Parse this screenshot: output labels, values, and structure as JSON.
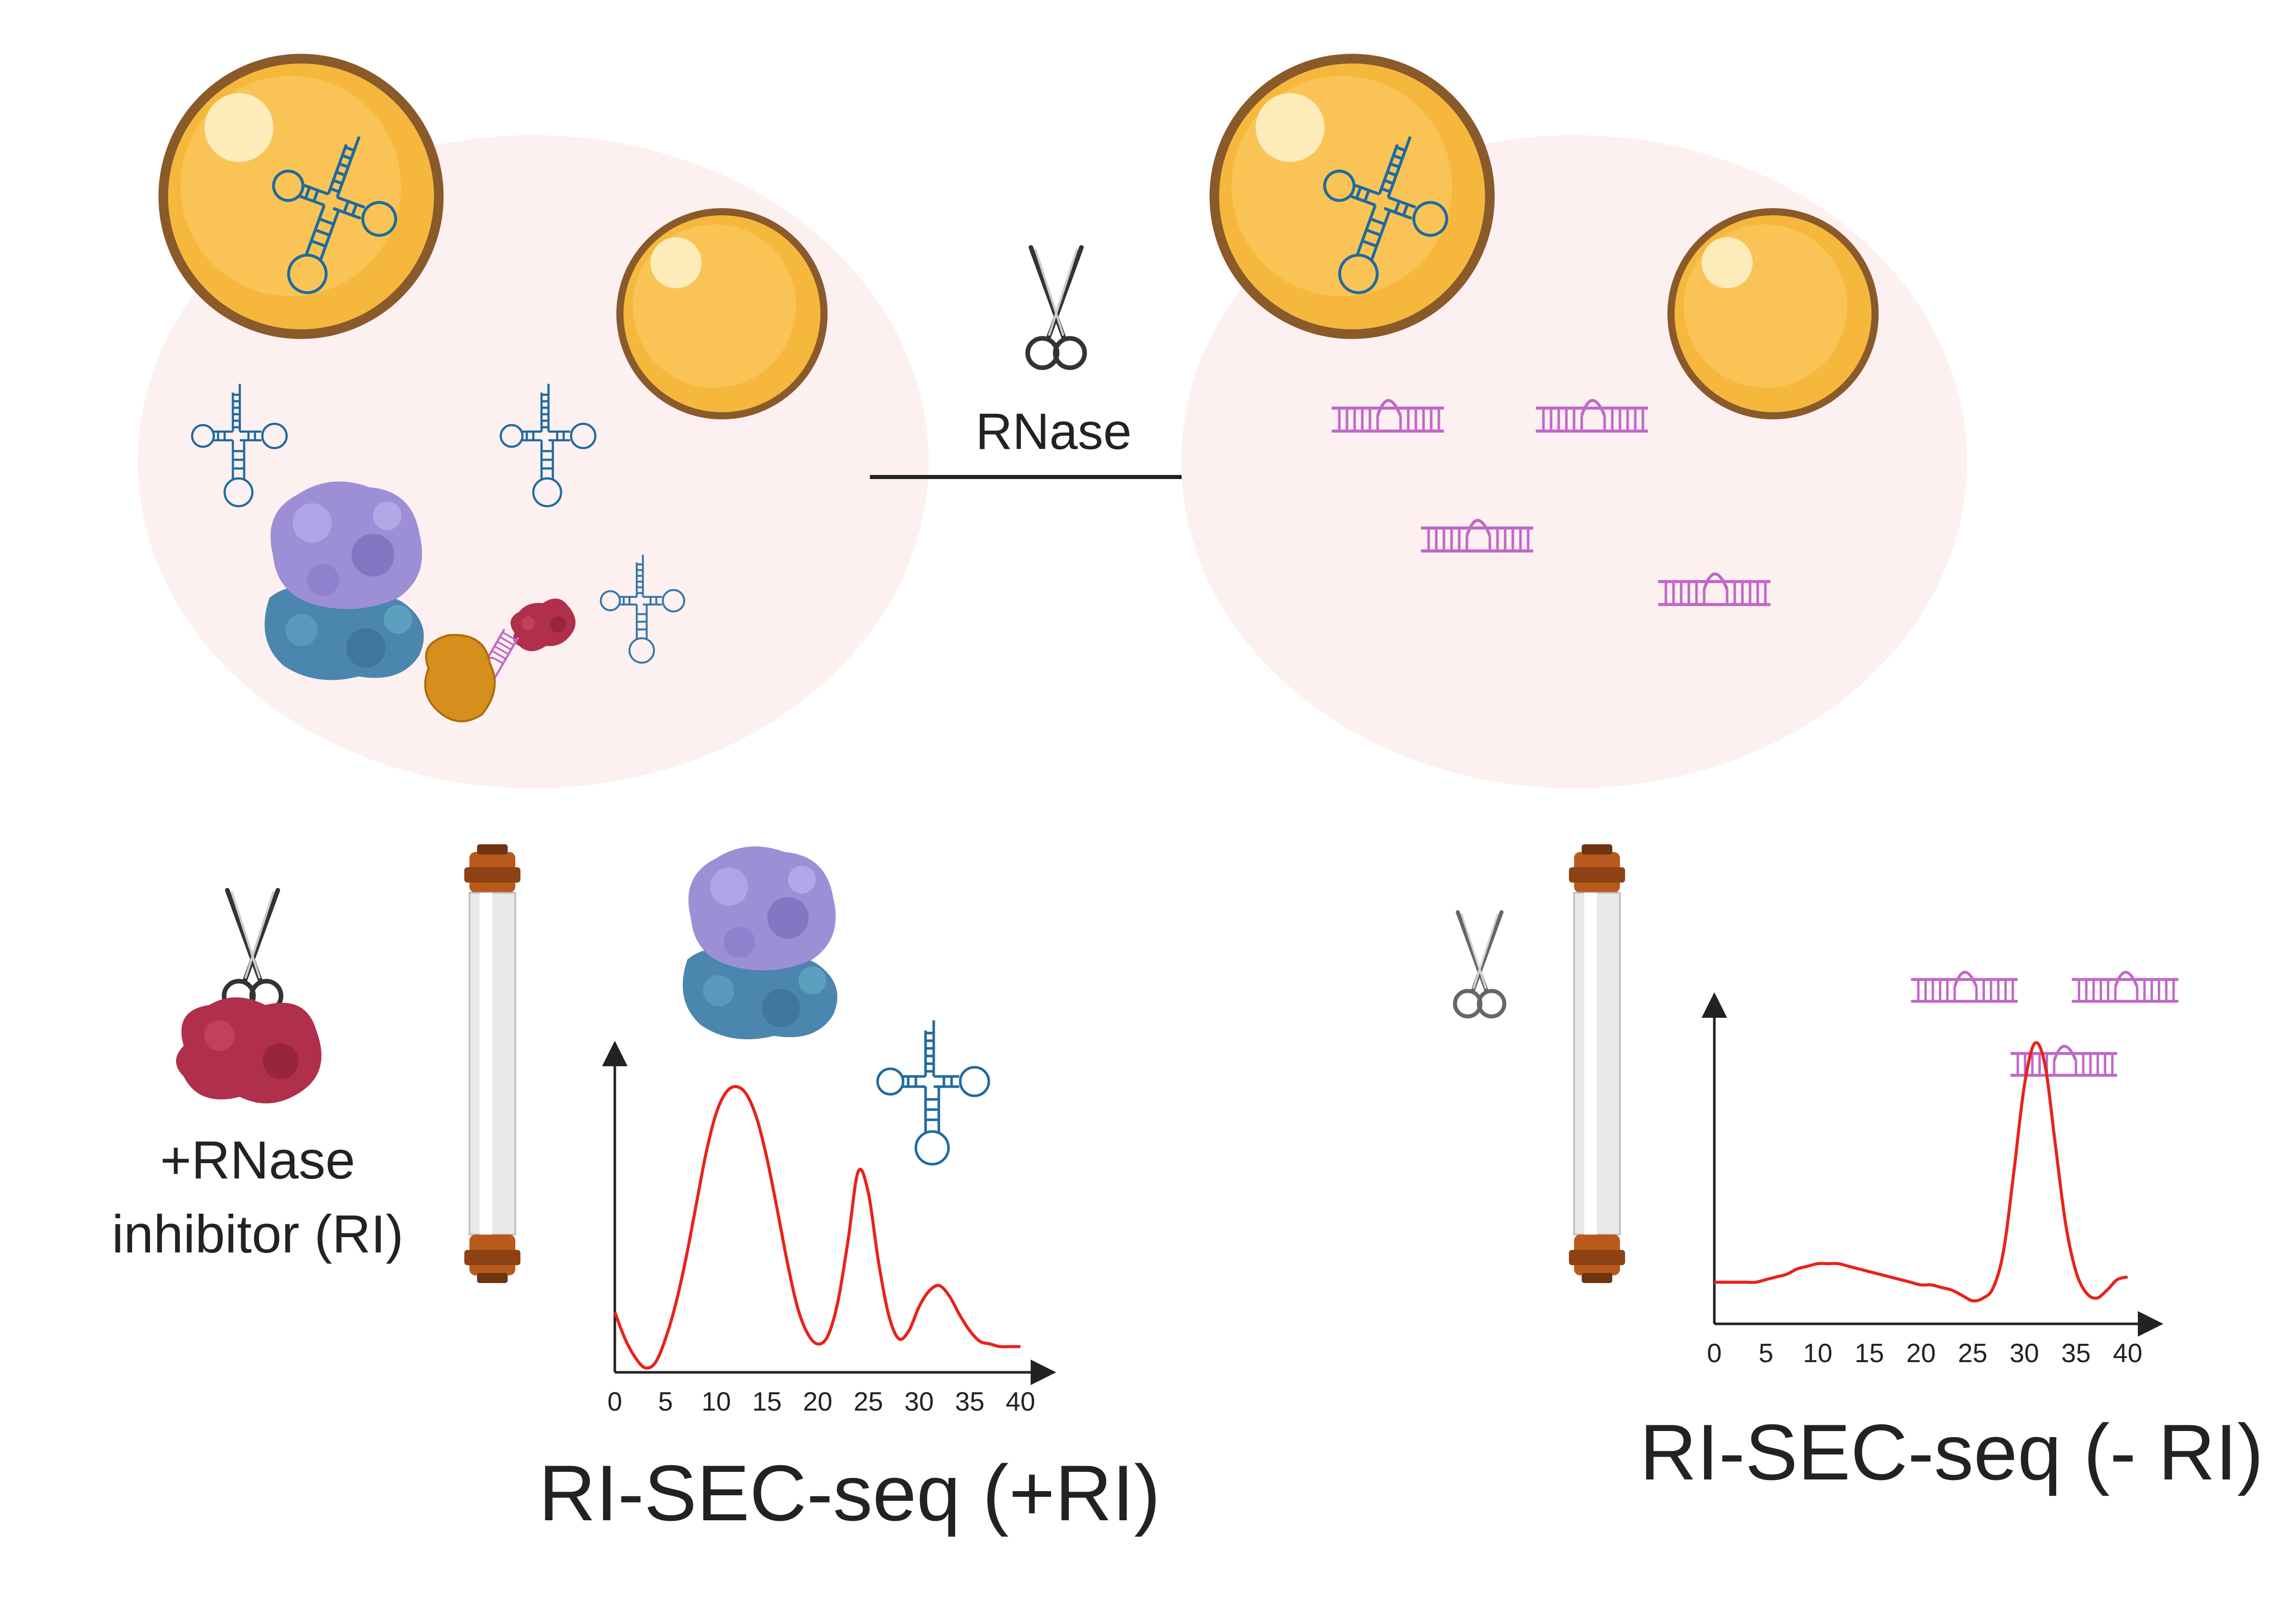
{
  "labels": {
    "rnase": "RNase",
    "inhibitor_line1": "+RNase",
    "inhibitor_line2": "inhibitor (RI)",
    "title_plus": "RI-SEC-seq (+RI)",
    "title_minus": "RI-SEC-seq (- RI)"
  },
  "colors": {
    "cell": "#fdf0f0",
    "droplet": "#f5b83d",
    "droplet_edge": "#8a5a2b",
    "trna": "#1f6aa0",
    "fragment": "#c168c8",
    "curve": "#e8221b",
    "column_cap": "#b85a1e",
    "protein_purple": "#9d8fd6",
    "protein_blue": "#4a86ad",
    "protein_red": "#b02f4a",
    "protein_orange": "#d68f1c"
  },
  "icons": [
    "scissors-icon",
    "arrow-right-icon",
    "trna-icon",
    "rna-fragment-icon",
    "ribosome-icon",
    "sec-column-icon",
    "rnase-inhibitor-icon"
  ],
  "chart_data": [
    {
      "type": "line",
      "title": "RI-SEC-seq (+RI)",
      "xlabel": "",
      "ylabel": "",
      "xlim": [
        0,
        40
      ],
      "x_ticks": [
        "0",
        "5",
        "10",
        "15",
        "20",
        "25",
        "30",
        "35",
        "40"
      ],
      "series": [
        {
          "x": [
            0,
            1,
            2,
            3,
            4,
            5,
            6,
            7,
            8,
            9,
            10,
            11,
            12,
            13,
            14,
            15,
            16,
            17,
            18,
            19,
            20,
            21,
            22,
            23,
            24,
            25,
            26,
            27,
            28,
            29,
            30,
            31,
            32,
            33,
            34,
            35,
            36,
            37,
            38,
            39,
            40
          ],
          "values": [
            0.15,
            0.05,
            -0.02,
            -0.06,
            -0.04,
            0.05,
            0.18,
            0.35,
            0.55,
            0.75,
            0.9,
            0.98,
            1.0,
            0.97,
            0.88,
            0.73,
            0.54,
            0.34,
            0.17,
            0.07,
            0.03,
            0.06,
            0.19,
            0.42,
            0.68,
            0.6,
            0.34,
            0.14,
            0.05,
            0.08,
            0.17,
            0.23,
            0.25,
            0.21,
            0.14,
            0.08,
            0.04,
            0.03,
            0.02,
            0.02,
            0.02
          ]
        }
      ]
    },
    {
      "type": "line",
      "title": "RI-SEC-seq (- RI)",
      "xlabel": "",
      "ylabel": "",
      "xlim": [
        0,
        40
      ],
      "x_ticks": [
        "0",
        "5",
        "10",
        "15",
        "20",
        "25",
        "30",
        "35",
        "40"
      ],
      "series": [
        {
          "x": [
            0,
            1,
            2,
            3,
            4,
            5,
            6,
            7,
            8,
            9,
            10,
            11,
            12,
            13,
            14,
            15,
            16,
            17,
            18,
            19,
            20,
            21,
            22,
            23,
            24,
            25,
            26,
            27,
            28,
            29,
            30,
            31,
            32,
            33,
            34,
            35,
            36,
            37,
            38,
            39,
            40
          ],
          "values": [
            0.08,
            0.08,
            0.08,
            0.08,
            0.08,
            0.09,
            0.1,
            0.11,
            0.13,
            0.14,
            0.15,
            0.15,
            0.15,
            0.14,
            0.13,
            0.12,
            0.11,
            0.1,
            0.09,
            0.08,
            0.07,
            0.07,
            0.06,
            0.05,
            0.03,
            0.01,
            0.02,
            0.06,
            0.2,
            0.5,
            0.82,
            0.98,
            0.9,
            0.6,
            0.3,
            0.12,
            0.04,
            0.02,
            0.05,
            0.09,
            0.1
          ]
        }
      ]
    }
  ]
}
